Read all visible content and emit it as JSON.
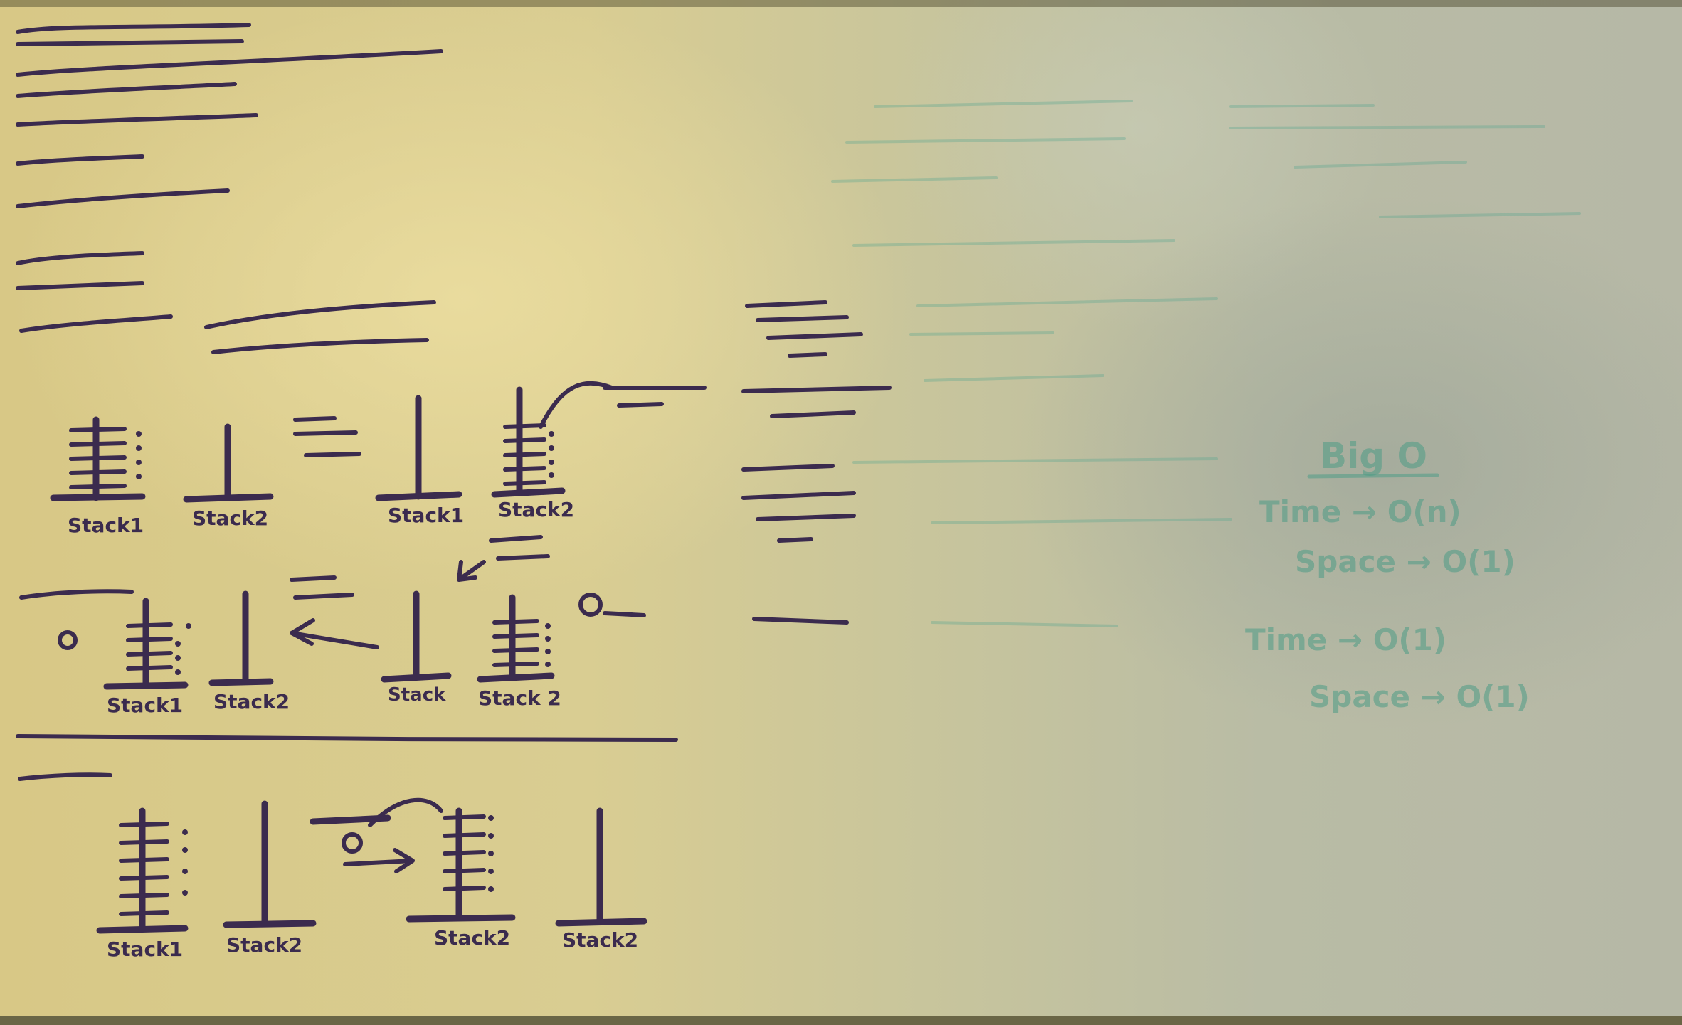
{
  "whiteboard": {
    "stack_labels": [
      "Stack1",
      "Stack2",
      "Stack1",
      "Stack2",
      "Stack1",
      "Stack2",
      "Stack",
      "Stack 2",
      "Stack1",
      "Stack2",
      "Stack2",
      "Stack2"
    ],
    "green_math": {
      "big_o_heading": "Big O",
      "dequeue_time": "Time → O(n)",
      "dequeue_space": "Space → O(1)",
      "enqueue_time": "Time → O(1)",
      "enqueue_space": "Space → O(1)"
    }
  },
  "colors": {
    "marker_purple": "#3b2b4e",
    "marker_green": "#4e9c86",
    "board": "#d9cd92"
  }
}
